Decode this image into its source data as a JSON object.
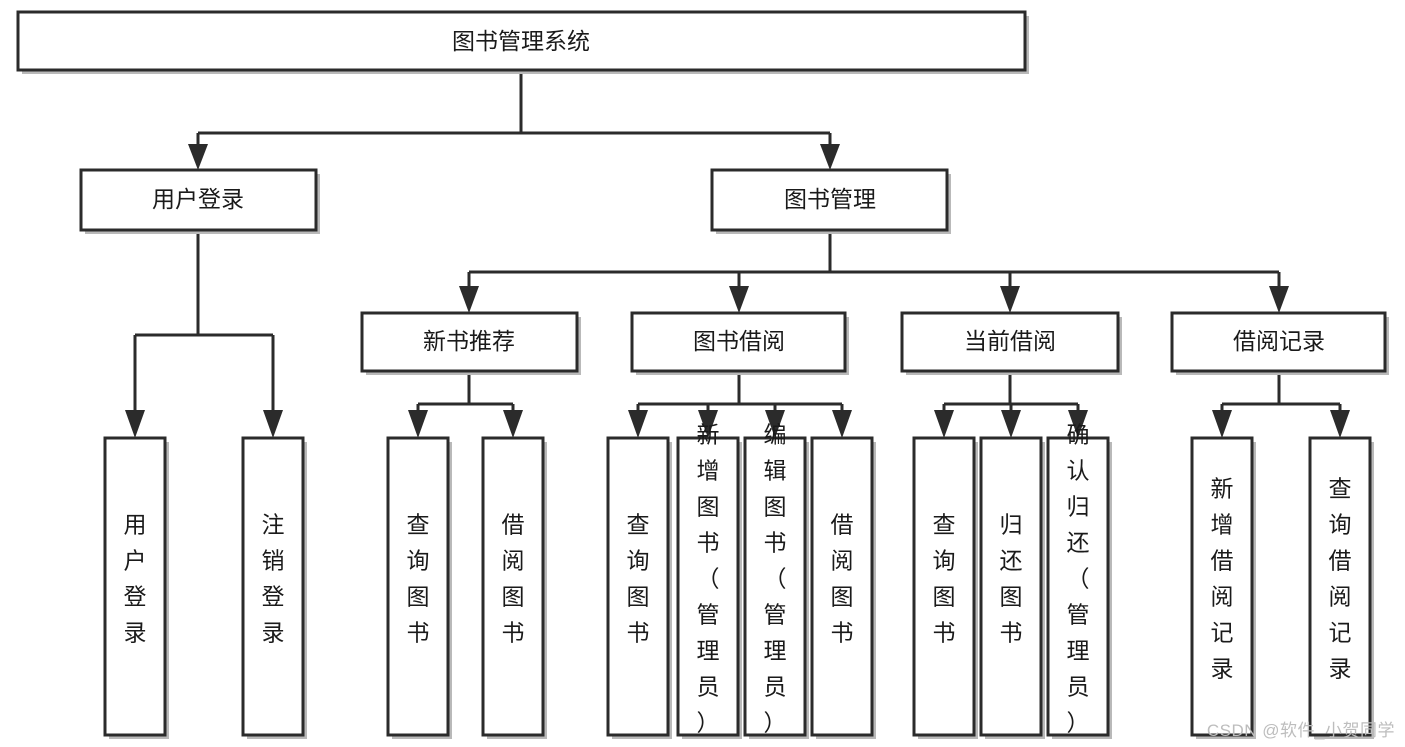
{
  "diagram": {
    "type": "tree",
    "title": "图书管理系统",
    "orientation": "top-down",
    "colors": {
      "stroke": "#2b2b2b",
      "fill": "#ffffff",
      "text": "#1a1a1a",
      "watermark": "#bdbdbd"
    },
    "root": {
      "label": "图书管理系统"
    },
    "level2": [
      {
        "label": "用户登录"
      },
      {
        "label": "图书管理"
      }
    ],
    "level3": [
      {
        "label": "新书推荐"
      },
      {
        "label": "图书借阅"
      },
      {
        "label": "当前借阅"
      },
      {
        "label": "借阅记录"
      }
    ],
    "leaves": {
      "user_login": [
        {
          "label": "用户登录"
        },
        {
          "label": "注销登录"
        }
      ],
      "new_book_recommend": [
        {
          "label": "查询图书"
        },
        {
          "label": "借阅图书"
        }
      ],
      "book_borrow": [
        {
          "label": "查询图书"
        },
        {
          "label": "新增图书（管理员）"
        },
        {
          "label": "编辑图书（管理员）"
        },
        {
          "label": "借阅图书"
        }
      ],
      "current_borrow": [
        {
          "label": "查询图书"
        },
        {
          "label": "归还图书"
        },
        {
          "label": "确认归还（管理员）"
        }
      ],
      "borrow_record": [
        {
          "label": "新增借阅记录"
        },
        {
          "label": "查询借阅记录"
        }
      ]
    }
  },
  "watermark": {
    "text": "CSDN @软件_小贺同学"
  }
}
